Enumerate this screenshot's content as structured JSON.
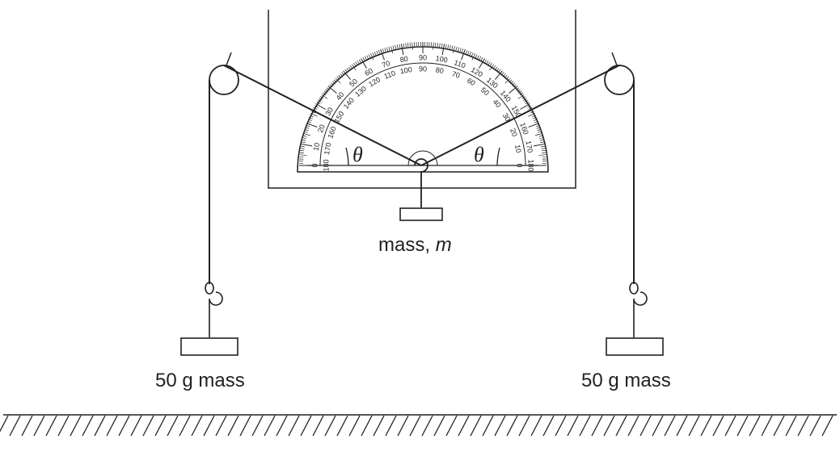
{
  "labels": {
    "left_theta": "θ",
    "right_theta": "θ",
    "mass_prefix": "mass, ",
    "mass_symbol": "m",
    "left_mass": "50 g mass",
    "right_mass": "50 g mass"
  },
  "protractor": {
    "outer_scale": [
      "0",
      "10",
      "20",
      "30",
      "40",
      "50",
      "60",
      "70",
      "80",
      "90",
      "100",
      "110",
      "120",
      "130",
      "140",
      "150",
      "160",
      "170",
      "180"
    ],
    "inner_scale": [
      "180",
      "170",
      "160",
      "150",
      "140",
      "130",
      "120",
      "110",
      "100",
      "90",
      "80",
      "70",
      "60",
      "50",
      "40",
      "30",
      "20",
      "10",
      "0"
    ]
  },
  "colors": {
    "ink": "#231f20",
    "background": "#ffffff"
  }
}
